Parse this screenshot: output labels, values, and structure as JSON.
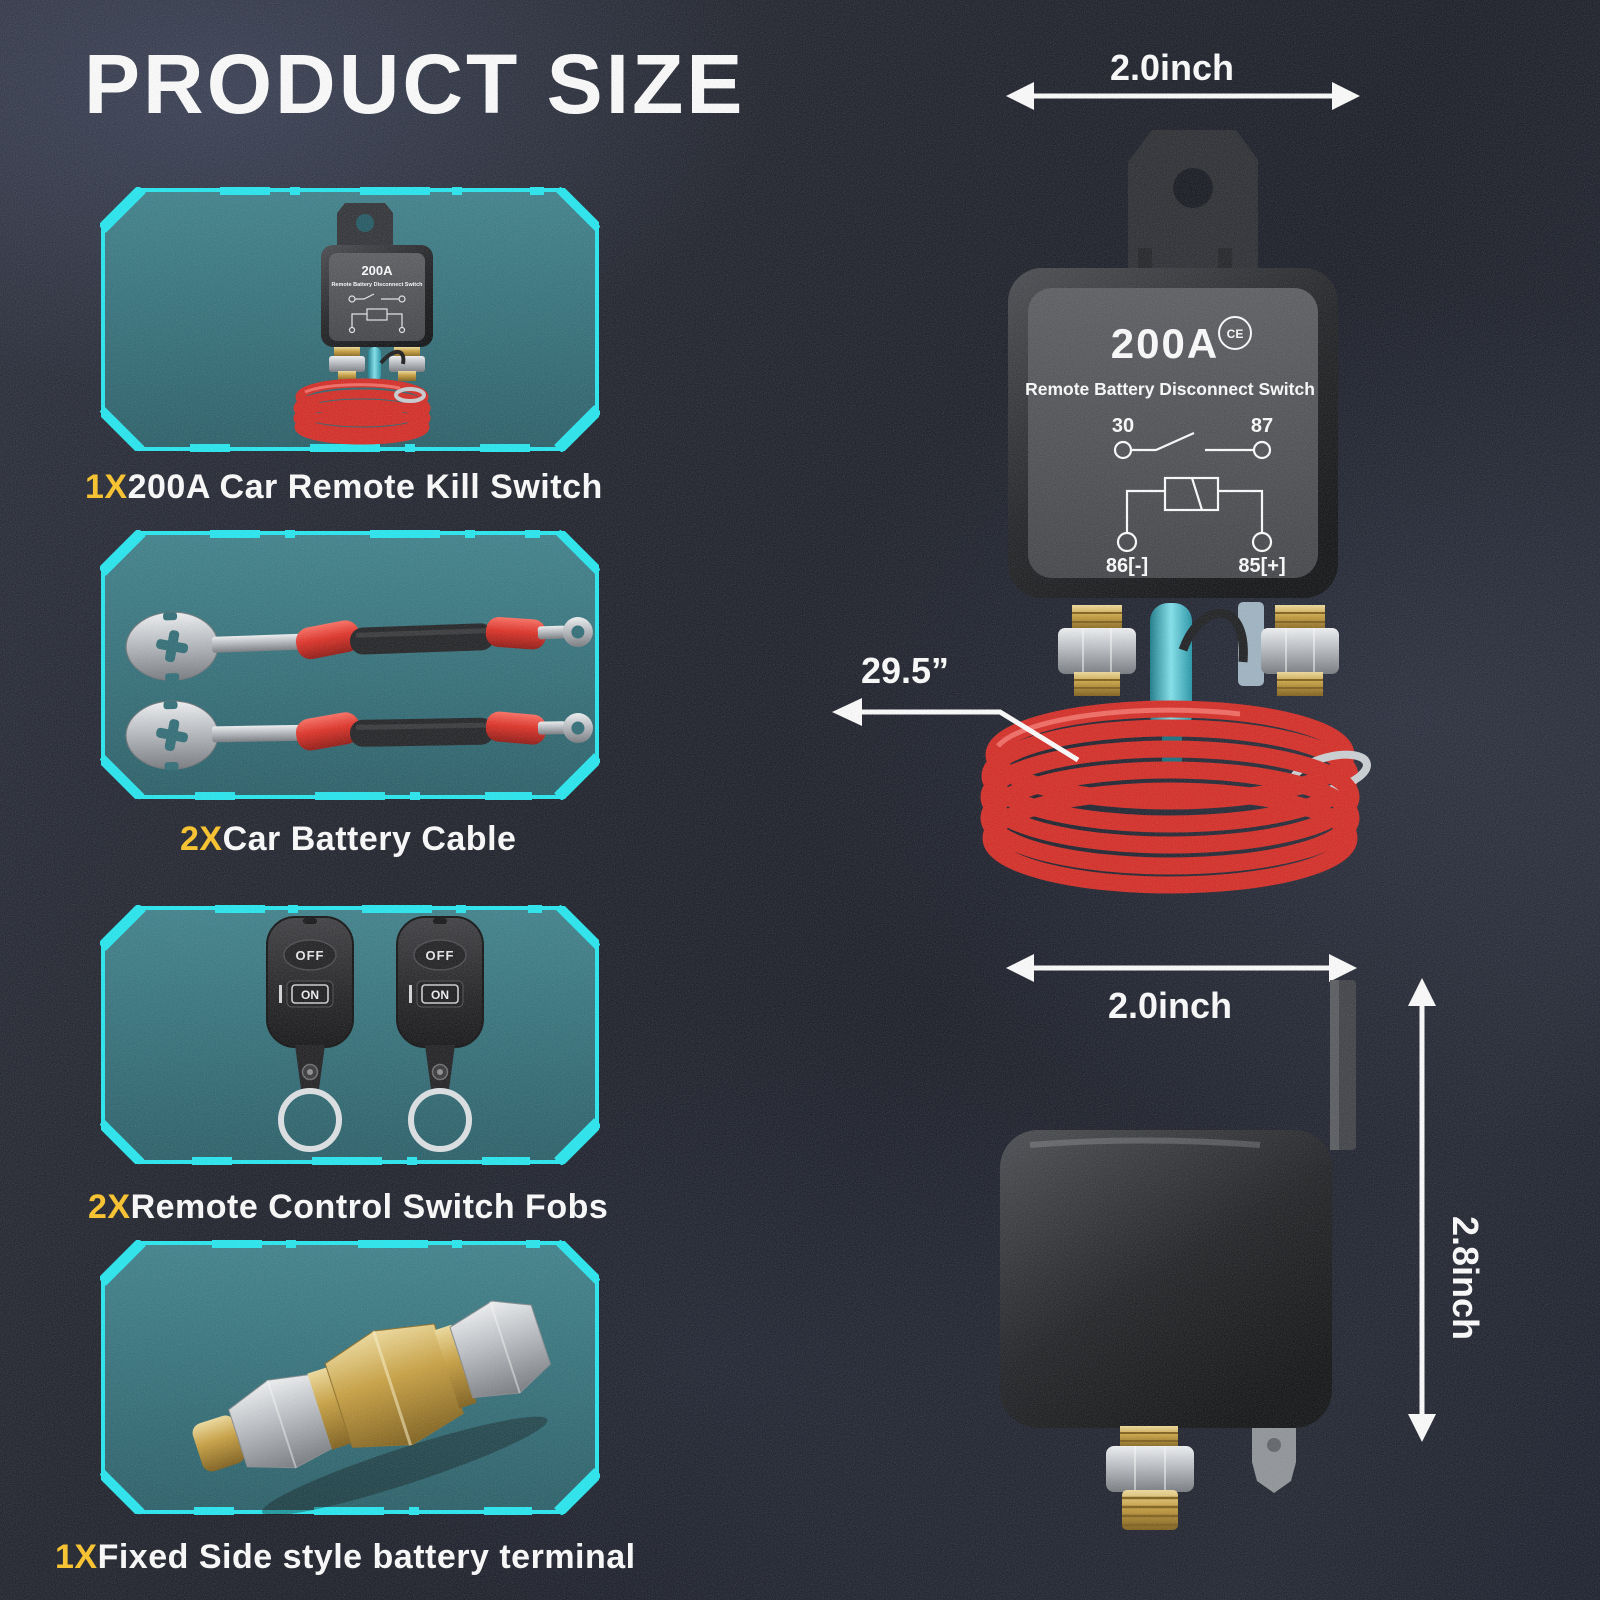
{
  "title": "PRODUCT SIZE",
  "kit_items": [
    {
      "qty": "1X",
      "label": "200A Car Remote Kill Switch"
    },
    {
      "qty": "2X",
      "label": "Car Battery Cable"
    },
    {
      "qty": "2X",
      "label": "Remote Control Switch Fobs"
    },
    {
      "qty": "1X",
      "label": "Fixed Side style battery terminal"
    }
  ],
  "device": {
    "amp_rating": "200A",
    "ce_mark": "CE",
    "name": "Remote Battery Disconnect Switch",
    "schematic": {
      "top_left": "30",
      "top_right": "87",
      "bottom_left": "86[-]",
      "bottom_right": "85[+]"
    }
  },
  "remote_fob": {
    "off_label": "OFF",
    "on_label": "ON"
  },
  "dimensions": {
    "top_width": "2.0inch",
    "cable_length": "29.5”",
    "bottom_width": "2.0inch",
    "height": "2.8inch"
  },
  "colors": {
    "accent_cyan": "#1FE9F2",
    "accent_yellow": "#FFC420",
    "cable_red": "#D7261F",
    "panel_teal": "#2E6D77"
  }
}
